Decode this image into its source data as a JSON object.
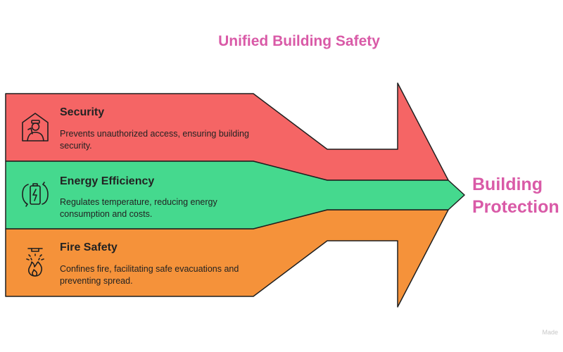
{
  "title": "Unified Building Safety",
  "target": {
    "line1": "Building",
    "line2": "Protection"
  },
  "items": [
    {
      "title": "Security",
      "description": "Prevents unauthorized access, ensuring building security.",
      "icon": "security-guard-icon",
      "color": "#f56565"
    },
    {
      "title": "Energy Efficiency",
      "description": "Regulates temperature, reducing energy consumption and costs.",
      "icon": "battery-recycle-icon",
      "color": "#45d98e"
    },
    {
      "title": "Fire Safety",
      "description": "Confines fire, facilitating safe evacuations and preventing spread.",
      "icon": "fire-sprinkler-icon",
      "color": "#f5923a"
    }
  ],
  "watermark": "Made"
}
